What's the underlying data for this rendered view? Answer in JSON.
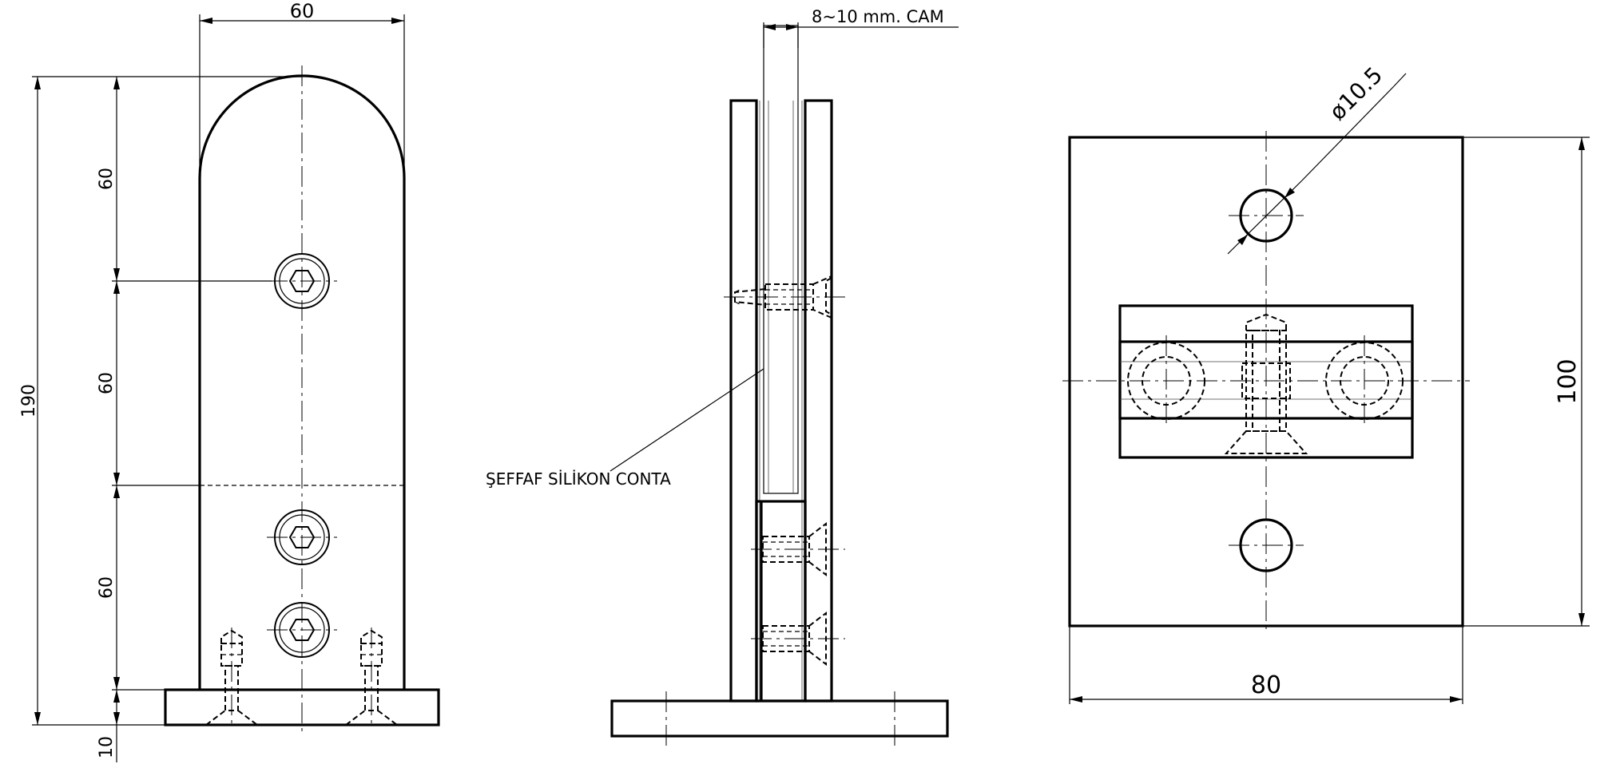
{
  "front_view": {
    "width_label": "60",
    "height_label": "190",
    "segment_1_label": "60",
    "segment_2_label": "60",
    "segment_3_label": "60",
    "base_thickness_label": "10"
  },
  "side_view": {
    "glass_label": "8~10 mm. CAM",
    "gasket_label": "ŞEFFAF SİLİKON CONTA"
  },
  "top_view": {
    "hole_label": "ø10.5",
    "width_label": "80",
    "height_label": "100"
  }
}
